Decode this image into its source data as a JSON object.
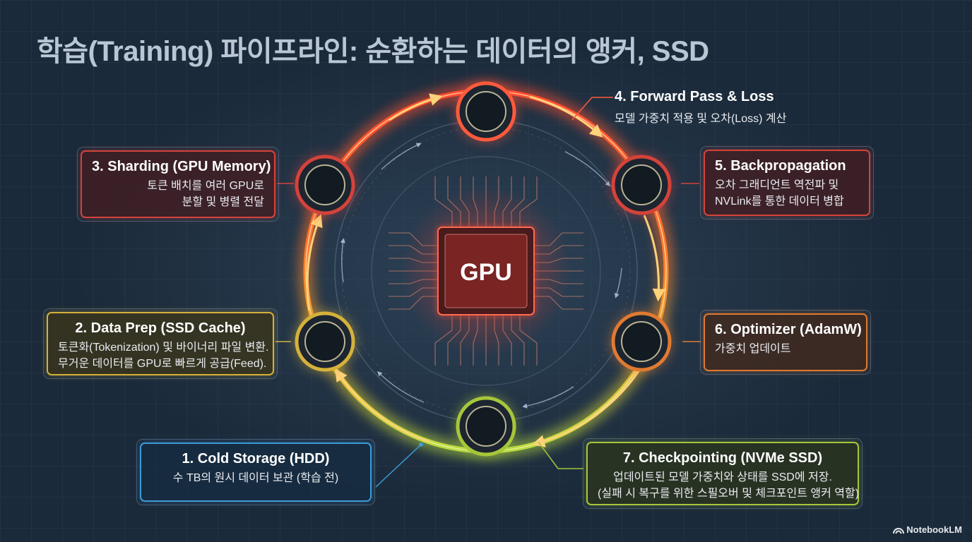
{
  "title": "학습(Training) 파이프라인: 순환하는 데이터의 앵커, SSD",
  "center_label": "GPU",
  "steps": [
    {
      "title": "1. Cold Storage (HDD)",
      "lines": [
        "수 TB의 원시 데이터 보관 (학습 전)"
      ],
      "color": "#3c9ad6"
    },
    {
      "title": "2. Data Prep (SSD Cache)",
      "lines": [
        "토큰화(Tokenization) 및 바이너리 파일 변환.",
        "무거운 데이터를 GPU로 빠르게 공급(Feed)."
      ],
      "color": "#d6b13a"
    },
    {
      "title": "3. Sharding (GPU Memory)",
      "lines": [
        "토큰 배치를 여러 GPU로",
        "분할 및 병렬 전달"
      ],
      "color": "#d4433a"
    },
    {
      "title": "4. Forward Pass & Loss",
      "lines": [
        "모델 가중치 적용 및 오차(Loss) 계산"
      ],
      "color": "#ff5a3c"
    },
    {
      "title": "5. Backpropagation",
      "lines": [
        "오차 그래디언트 역전파 및",
        "NVLink를 통한 데이터 병합"
      ],
      "color": "#d4433a"
    },
    {
      "title": "6. Optimizer (AdamW)",
      "lines": [
        "가중치 업데이트"
      ],
      "color": "#e07a30"
    },
    {
      "title": "7. Checkpointing (NVMe SSD)",
      "lines": [
        "업데이트된 모델 가중치와 상태를 SSD에 저장.",
        "(실패 시 복구를 위한 스필오버 및 체크포인트 앵커 역할)"
      ],
      "color": "#a7c63a"
    }
  ],
  "watermark": {
    "text": "NotebookLM",
    "icon": "notebooklm-logo-icon"
  }
}
